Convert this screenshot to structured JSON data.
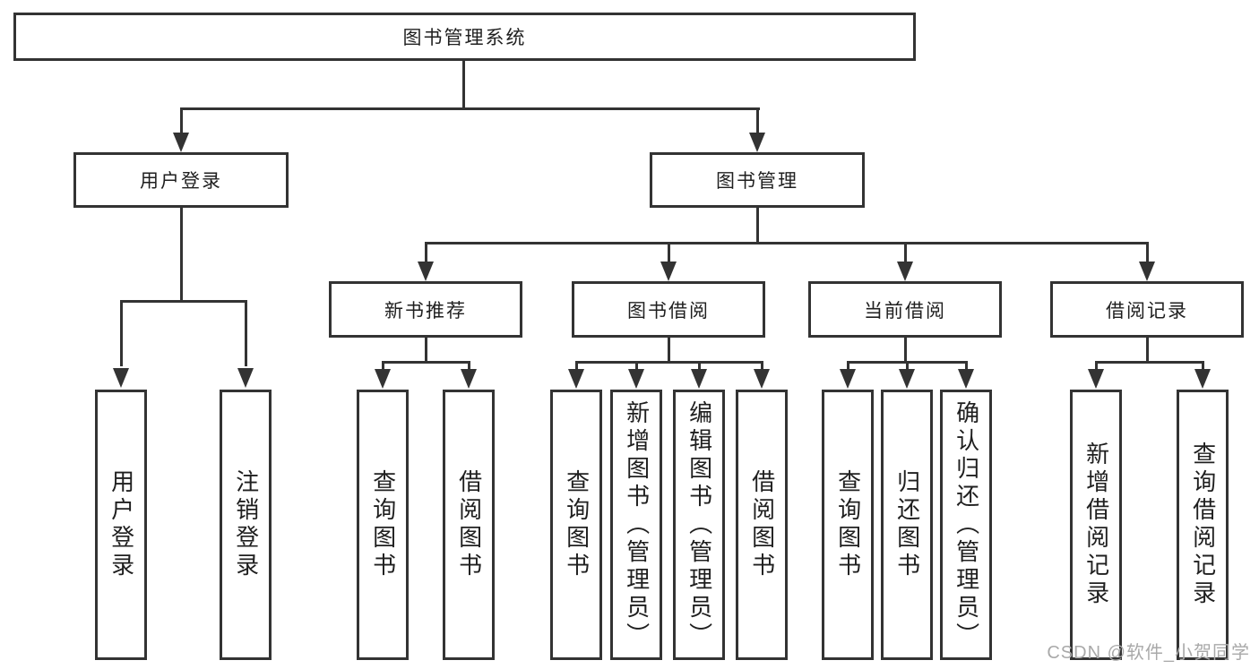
{
  "colors": {
    "line": "#333333",
    "text": "#1f1f1f",
    "background": "#ffffff",
    "watermark": "#a9a9a9"
  },
  "watermark": {
    "text": "CSDN @软件_小贺同学"
  },
  "tree": {
    "root": "图书管理系统",
    "branches": [
      {
        "label": "用户登录",
        "children": [
          "用户登录",
          "注销登录"
        ]
      },
      {
        "label": "图书管理",
        "groups": [
          {
            "label": "新书推荐",
            "children": [
              "查询图书",
              "借阅图书"
            ]
          },
          {
            "label": "图书借阅",
            "children": [
              "查询图书",
              "新增图书（管理员）",
              "编辑图书（管理员）",
              "借阅图书"
            ]
          },
          {
            "label": "当前借阅",
            "children": [
              "查询图书",
              "归还图书",
              "确认归还（管理员）"
            ]
          },
          {
            "label": "借阅记录",
            "children": [
              "新增借阅记录",
              "查询借阅记录"
            ]
          }
        ]
      }
    ]
  }
}
